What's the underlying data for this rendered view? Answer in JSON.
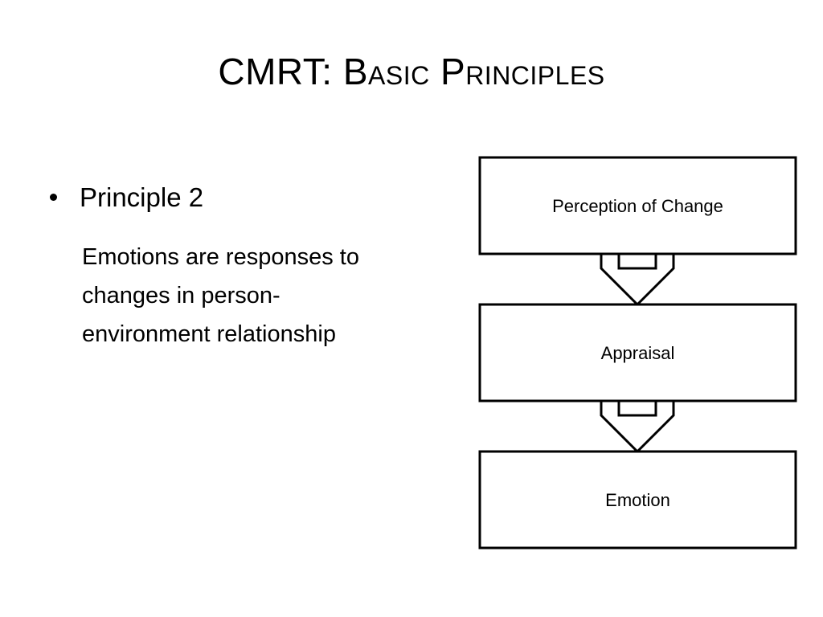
{
  "slide": {
    "title_parts": [
      {
        "text": "CMRT: B",
        "small": false
      },
      {
        "text": "asic ",
        "small": true
      },
      {
        "text": "P",
        "small": false
      },
      {
        "text": "rinciples",
        "small": true
      }
    ],
    "bullet": {
      "heading": "Principle 2",
      "body_lines": [
        "Emotions are responses to",
        "changes in person-",
        "environment relationship"
      ]
    }
  },
  "flowchart": {
    "boxes": [
      {
        "label": "Perception of Change"
      },
      {
        "label": "Appraisal"
      },
      {
        "label": "Emotion"
      }
    ],
    "stroke_color": "#000000",
    "fill_color": "#ffffff"
  }
}
